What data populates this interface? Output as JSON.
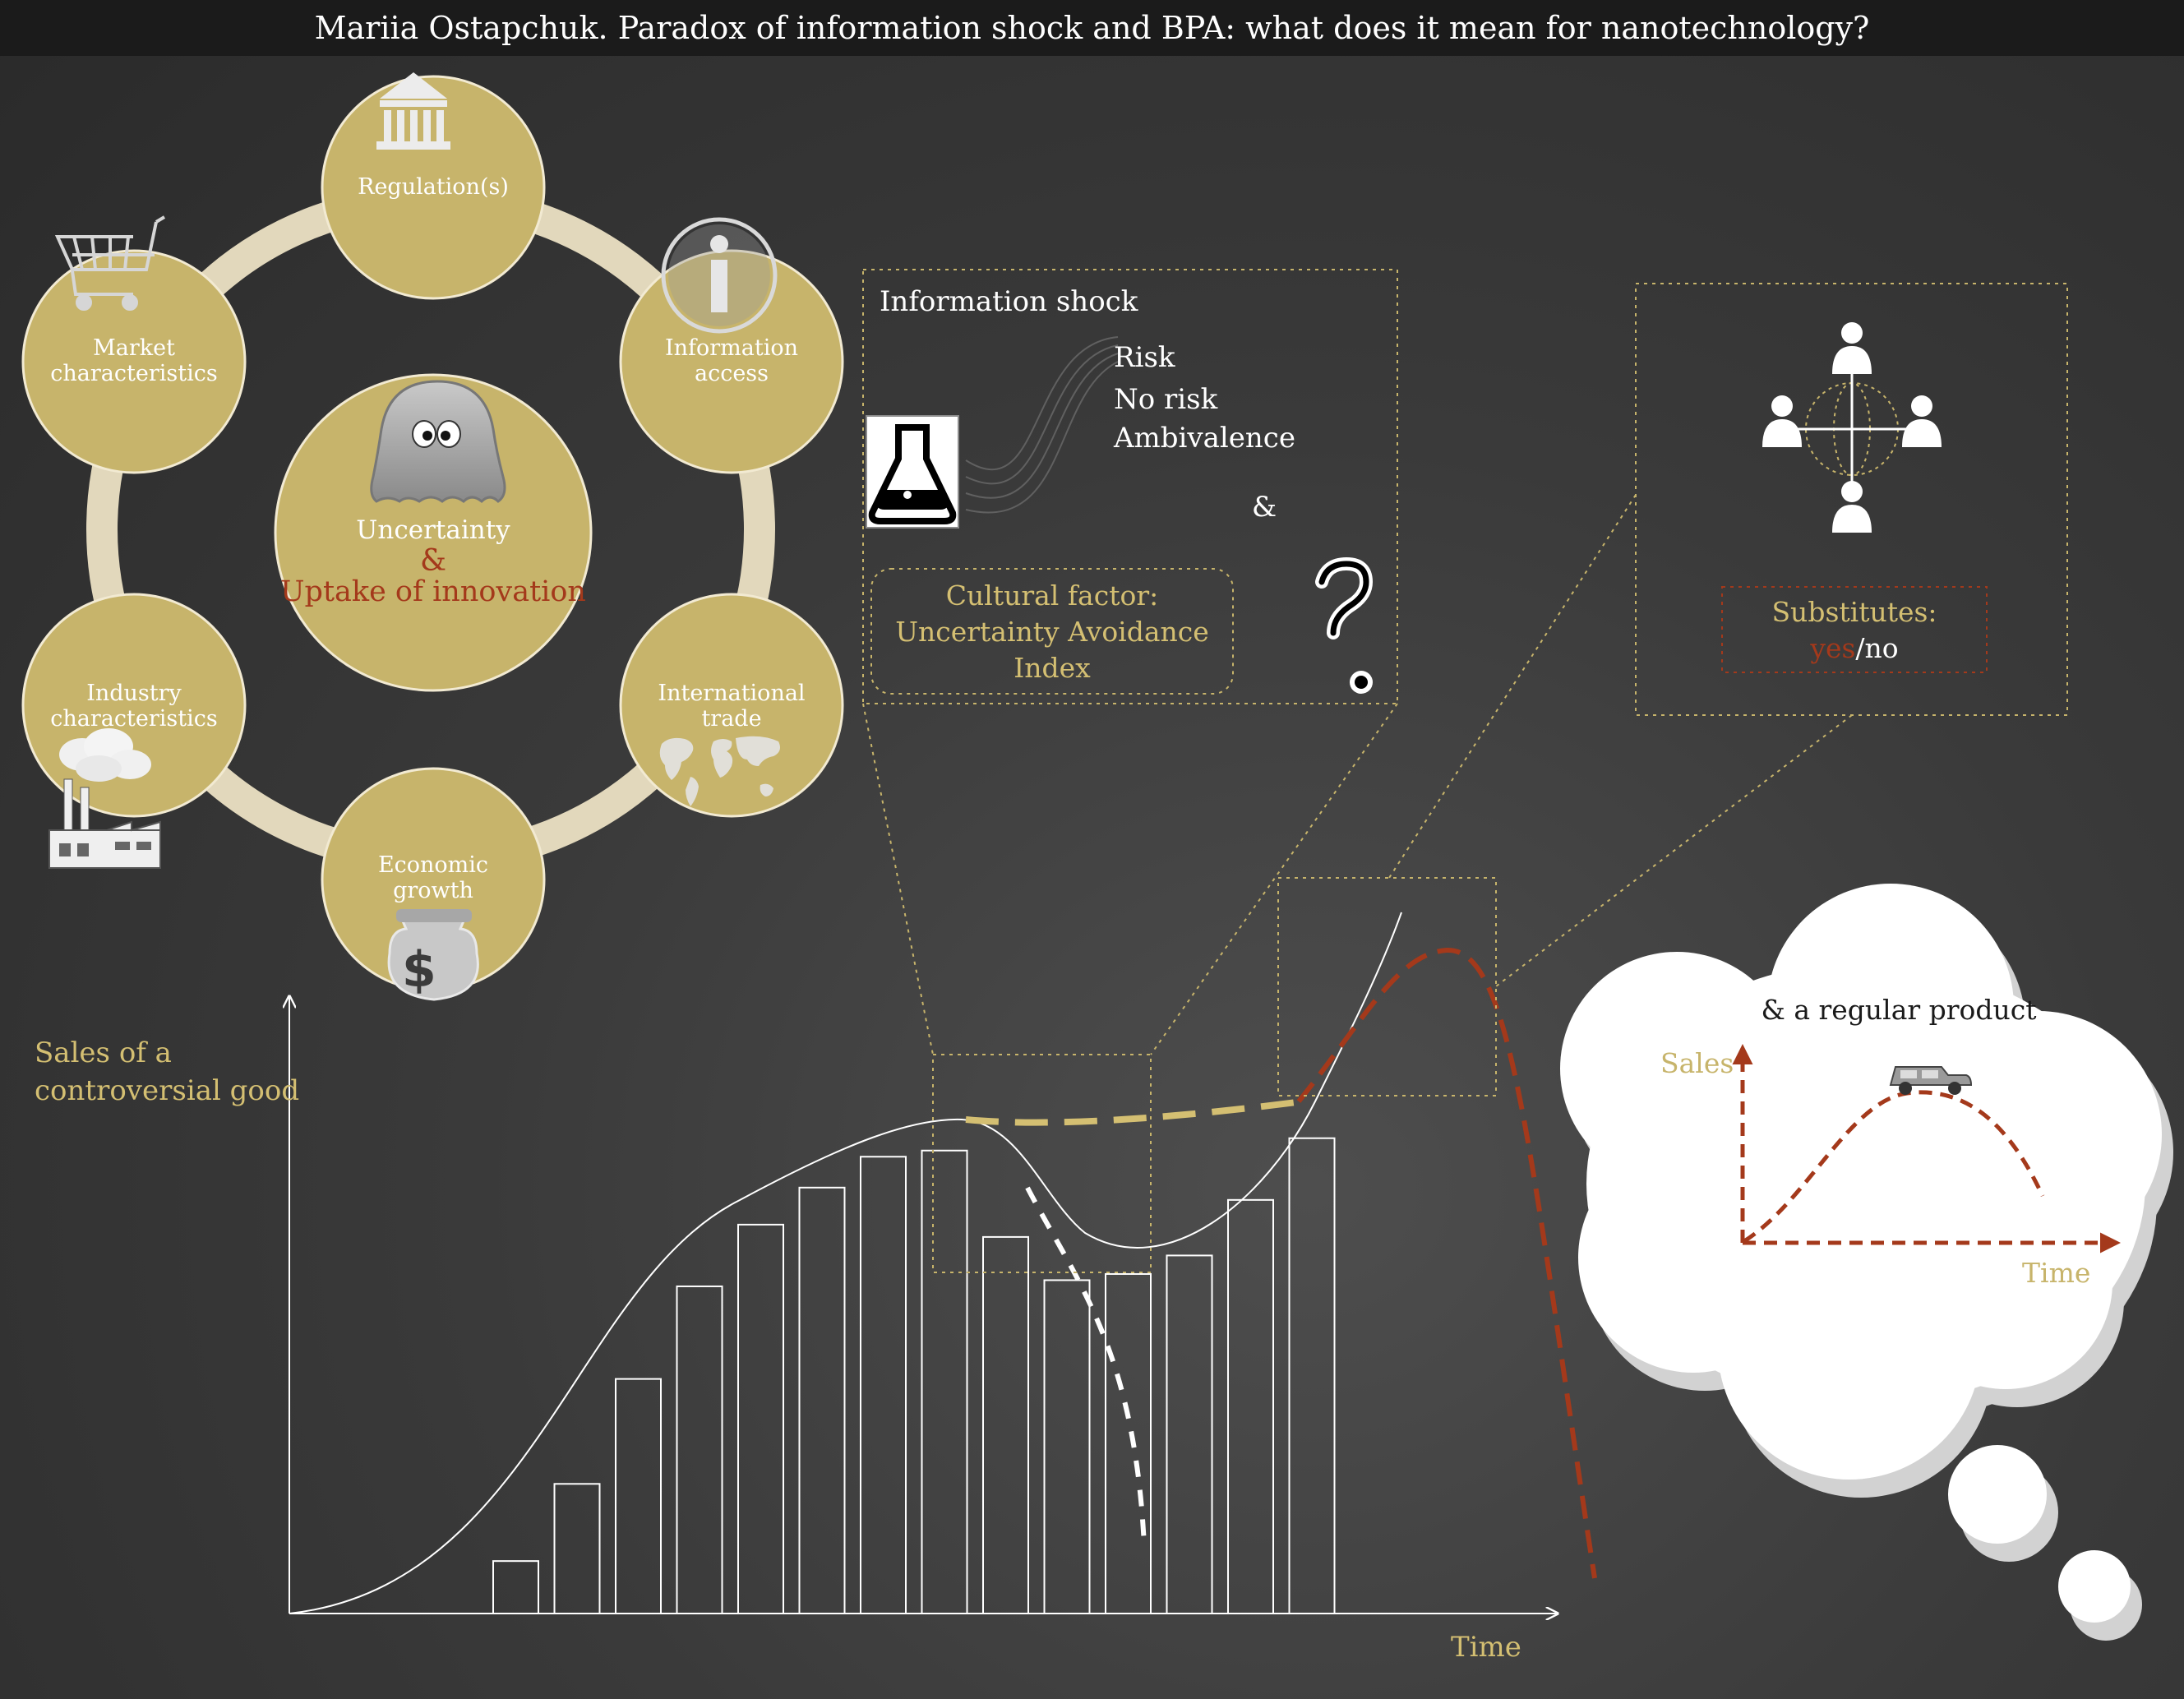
{
  "title": "Mariia Ostapchuk. Paradox of information shock and BPA: what does it mean for nanotechnology?",
  "colors": {
    "gold": "#c7b46b",
    "ring": "#e2d8bc",
    "rust": "#a4391b",
    "text_gold": "#d4bf72"
  },
  "cycle": {
    "center_line1": "Uncertainty",
    "center_amp": "&",
    "center_line2": "Uptake of innovation",
    "nodes": {
      "regulation": "Regulation(s)",
      "information": "Information access",
      "trade": "International trade",
      "growth": "Economic growth",
      "industry": "Industry characteristics",
      "market": "Market characteristics"
    },
    "icons": {
      "regulation": "government-building-icon",
      "information": "info-icon",
      "trade": "world-map-icon",
      "growth": "money-bag-icon",
      "industry": "factory-icon",
      "market": "shopping-cart-icon",
      "center": "ghost-icon"
    }
  },
  "info_panel": {
    "title": "Information shock",
    "options": [
      "Risk",
      "No risk",
      "Ambivalence"
    ],
    "amp": "&",
    "cultural_line1": "Cultural factor:",
    "cultural_line2": "Uncertainty Avoidance",
    "cultural_line3": "Index",
    "question": "?",
    "icon": "chemical-flask-icon"
  },
  "substitutes_panel": {
    "label": "Substitutes:",
    "yes": "yes",
    "slash": "/",
    "no": "no",
    "icon": "people-globe-icon"
  },
  "chart": {
    "ylabel_line1": "Sales of a",
    "ylabel_line2": "controversial good",
    "xlabel": "Time"
  },
  "chart_data": {
    "type": "bar",
    "values": [
      0.085,
      0.21,
      0.38,
      0.53,
      0.63,
      0.69,
      0.74,
      0.75,
      0.61,
      0.54,
      0.55,
      0.58,
      0.67,
      0.77
    ],
    "ylabel": "Sales of a controversial good",
    "xlabel": "Time"
  },
  "cloud": {
    "title": "& a regular product",
    "ylabel": "Sales",
    "xlabel": "Time",
    "icon": "car-icon"
  }
}
